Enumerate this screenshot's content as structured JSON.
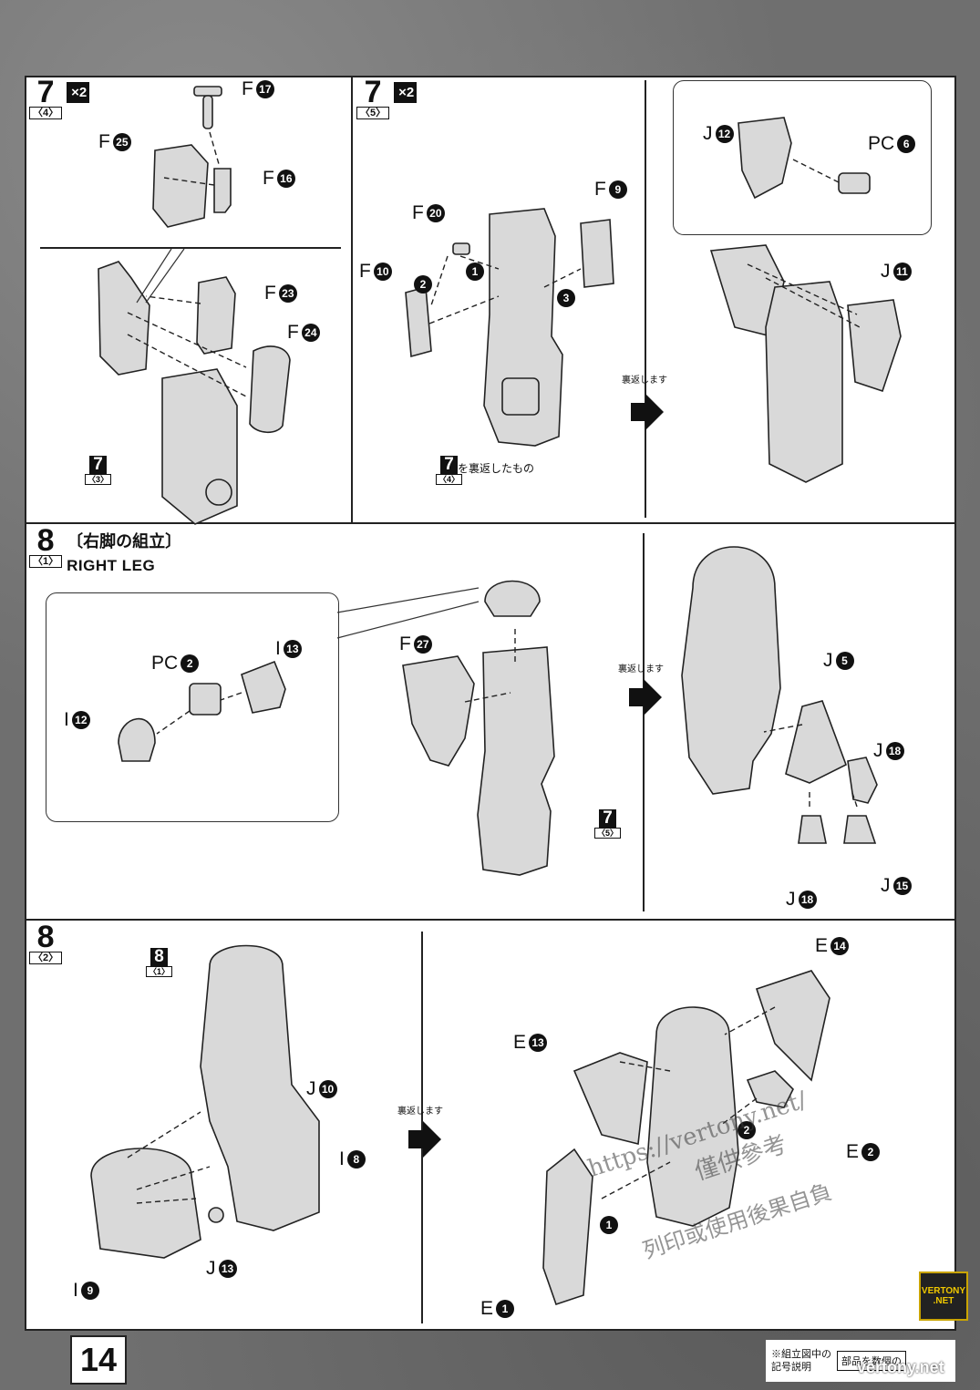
{
  "page_number": "14",
  "steps": {
    "s7_4": {
      "num": "7",
      "sub": "〈4〉",
      "mult": "×2"
    },
    "s7_5": {
      "num": "7",
      "sub": "〈5〉",
      "mult": "×2"
    },
    "s8_1": {
      "num": "8",
      "sub": "〈1〉",
      "title_jp": "〔右脚の組立〕",
      "title_en": "RIGHT LEG"
    },
    "s8_2": {
      "num": "8",
      "sub": "〈2〉"
    }
  },
  "labels": {
    "F17": {
      "letter": "F",
      "num": "17"
    },
    "F25": {
      "letter": "F",
      "num": "25"
    },
    "F16": {
      "letter": "F",
      "num": "16"
    },
    "F23": {
      "letter": "F",
      "num": "23"
    },
    "F24": {
      "letter": "F",
      "num": "24"
    },
    "F20": {
      "letter": "F",
      "num": "20"
    },
    "F9": {
      "letter": "F",
      "num": "9"
    },
    "F10": {
      "letter": "F",
      "num": "10"
    },
    "J12": {
      "letter": "J",
      "num": "12"
    },
    "PC6": {
      "letter": "PC",
      "num": "6"
    },
    "J11": {
      "letter": "J",
      "num": "11"
    },
    "PC2": {
      "letter": "PC",
      "num": "2"
    },
    "I13": {
      "letter": "I",
      "num": "13"
    },
    "I12": {
      "letter": "I",
      "num": "12"
    },
    "F27": {
      "letter": "F",
      "num": "27"
    },
    "J5": {
      "letter": "J",
      "num": "5"
    },
    "J18a": {
      "letter": "J",
      "num": "18"
    },
    "J18b": {
      "letter": "J",
      "num": "18"
    },
    "J15": {
      "letter": "J",
      "num": "15"
    },
    "J10": {
      "letter": "J",
      "num": "10"
    },
    "I8": {
      "letter": "I",
      "num": "8"
    },
    "J13": {
      "letter": "J",
      "num": "13"
    },
    "I9": {
      "letter": "I",
      "num": "9"
    },
    "E14": {
      "letter": "E",
      "num": "14"
    },
    "E13": {
      "letter": "E",
      "num": "13"
    },
    "E2": {
      "letter": "E",
      "num": "2"
    },
    "E1": {
      "letter": "E",
      "num": "1"
    }
  },
  "order_marks": [
    "1",
    "2",
    "3"
  ],
  "flip_text": "裏返します",
  "refs": {
    "r7_3": {
      "num": "7",
      "sub": "〈3〉"
    },
    "r7_4": {
      "num": "7",
      "sub": "〈4〉",
      "note": "を裏返したもの"
    },
    "r7_5": {
      "num": "7",
      "sub": "〈5〉"
    },
    "r8_1": {
      "num": "8",
      "sub": "〈1〉"
    }
  },
  "footer": {
    "note_line1": "※組立図中の",
    "note_line2": "記号説明",
    "box_text": "部品を数個の"
  },
  "logo": {
    "line1": "VERTONY",
    "line2": ".NET"
  },
  "watermarks": {
    "url_a": "https://vertony.net/",
    "text_a": "僅供參考",
    "text_b": "列印或使用後果自負",
    "footer_url": "vertony.net"
  },
  "colors": {
    "ink": "#111111",
    "paper": "#ffffff",
    "frame": "#6f6f6f"
  }
}
